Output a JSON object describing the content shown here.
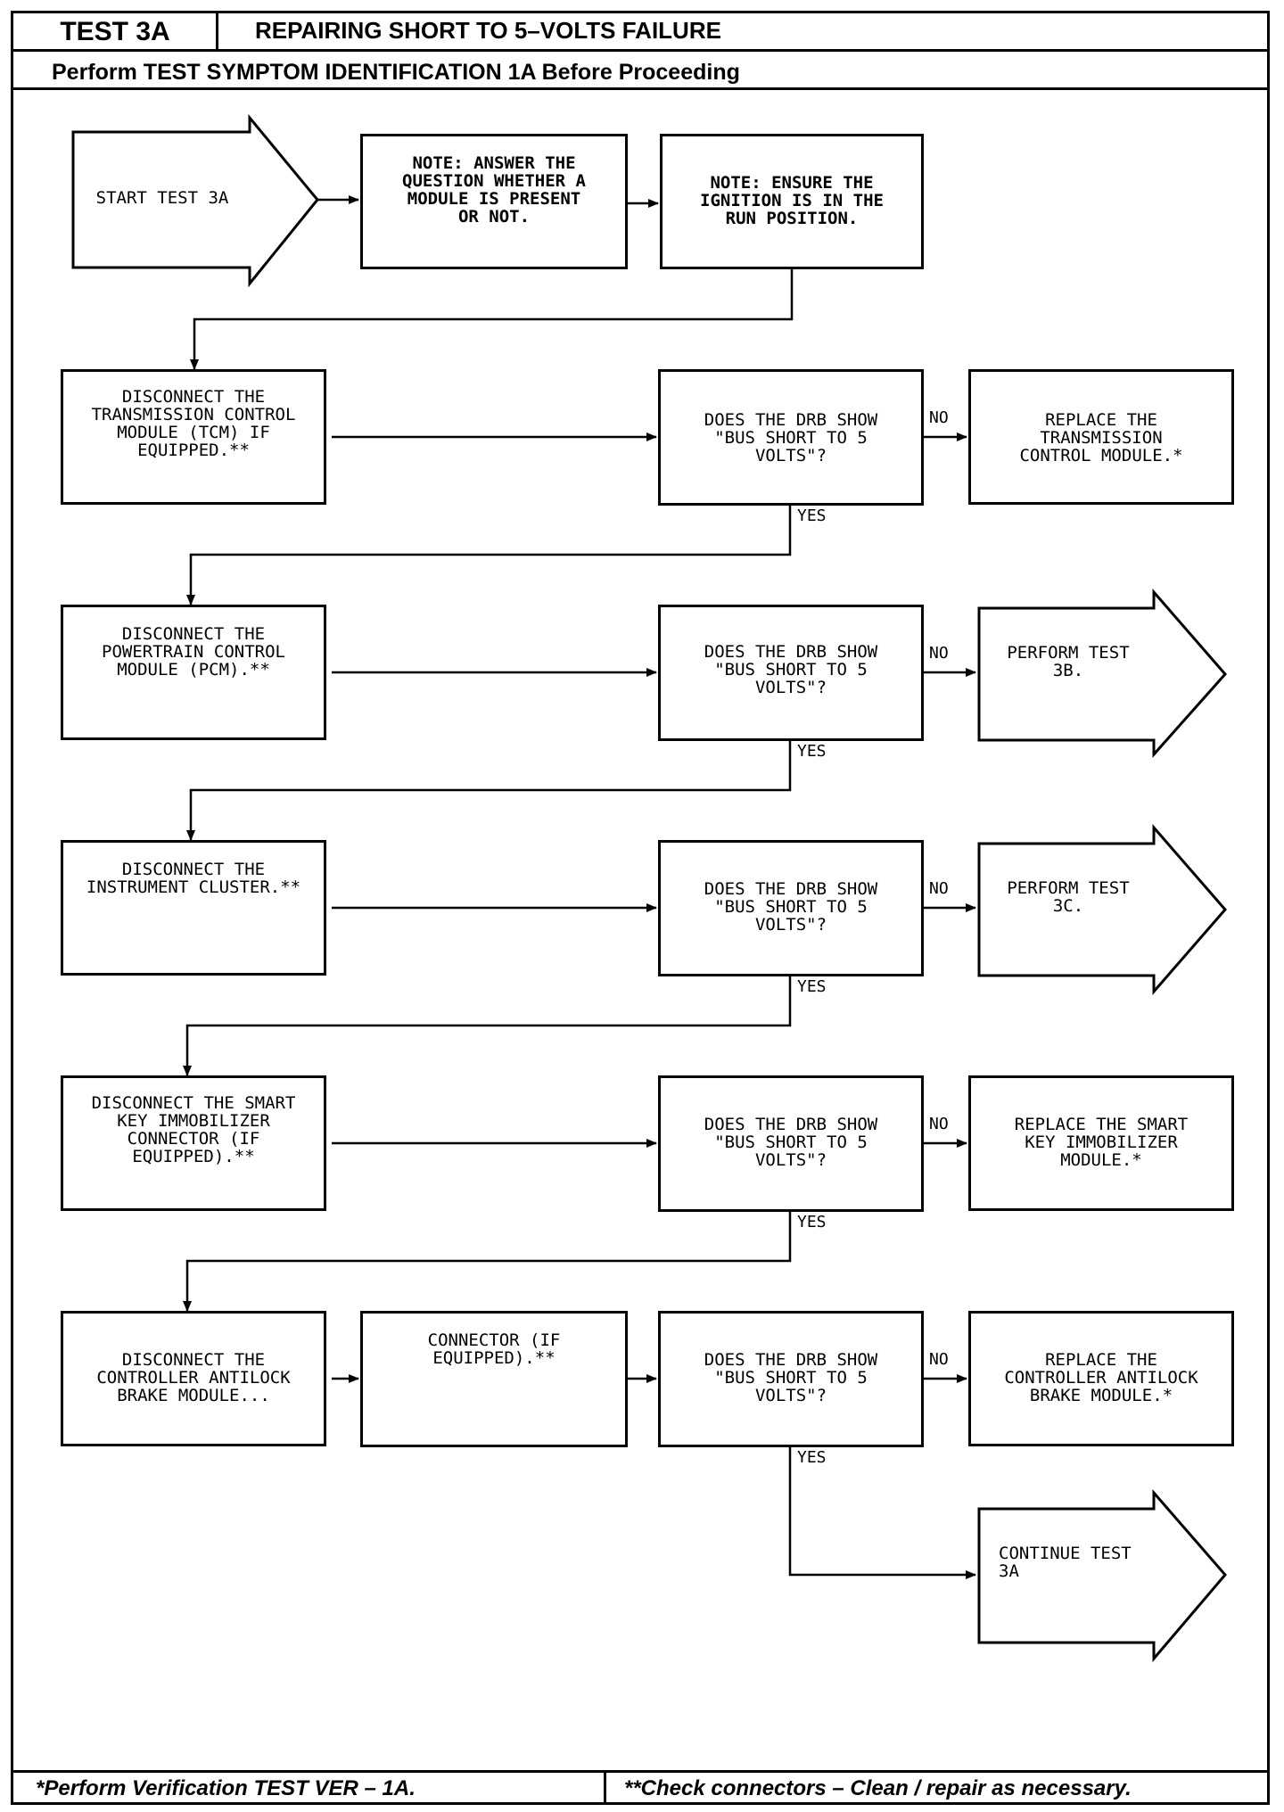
{
  "header": {
    "test_id": "TEST 3A",
    "title": "REPAIRING SHORT TO 5–VOLTS FAILURE",
    "subtitle": "Perform TEST SYMPTOM IDENTIFICATION 1A Before Proceeding"
  },
  "footer": {
    "left": "*Perform Verification TEST VER – 1A.",
    "right": "**Check connectors  –  Clean / repair as necessary."
  },
  "flow": {
    "start": "START TEST 3A",
    "note_module": "NOTE: ANSWER THE\nQUESTION WHETHER A\nMODULE IS PRESENT\nOR NOT.",
    "note_ignition": "NOTE: ENSURE THE\nIGNITION IS IN THE\nRUN POSITION.",
    "step1": "DISCONNECT THE\nTRANSMISSION CONTROL\nMODULE (TCM) IF\nEQUIPPED.**",
    "step2": "DISCONNECT THE\nPOWERTRAIN CONTROL\nMODULE (PCM).**",
    "step3": "DISCONNECT THE\nINSTRUMENT CLUSTER.**",
    "step4": "DISCONNECT THE SMART\nKEY IMMOBILIZER\nCONNECTOR (IF\nEQUIPPED).**",
    "step5": "DISCONNECT THE\nCONTROLLER ANTILOCK\nBRAKE MODULE...",
    "step5b": "CONNECTOR (IF\nEQUIPPED).**",
    "question": "DOES THE DRB SHOW\n\"BUS SHORT TO 5\nVOLTS\"?",
    "result1": "REPLACE THE\nTRANSMISSION\nCONTROL MODULE.*",
    "result2": "PERFORM TEST\n3B.",
    "result3": "PERFORM TEST\n3C.",
    "result4": "REPLACE THE SMART\nKEY IMMOBILIZER\nMODULE.*",
    "result5": "REPLACE THE\nCONTROLLER ANTILOCK\nBRAKE MODULE.*",
    "continue": "CONTINUE TEST\n3A",
    "no": "NO",
    "yes": "YES"
  }
}
